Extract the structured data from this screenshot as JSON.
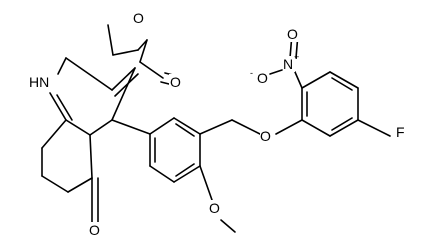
{
  "structure": {
    "atoms": {
      "o_ester_carbonyl": "O",
      "o_ester_link": "O",
      "nh": "HN",
      "n_nitro": "N",
      "n_nitro_charge": "+",
      "o_nitro_anion": "O",
      "o_nitro_anion_charge": "-",
      "o_nitro_double": "O",
      "o_ether": "O",
      "f": "F",
      "o_ketone": "O",
      "o_methoxy": "O"
    }
  }
}
